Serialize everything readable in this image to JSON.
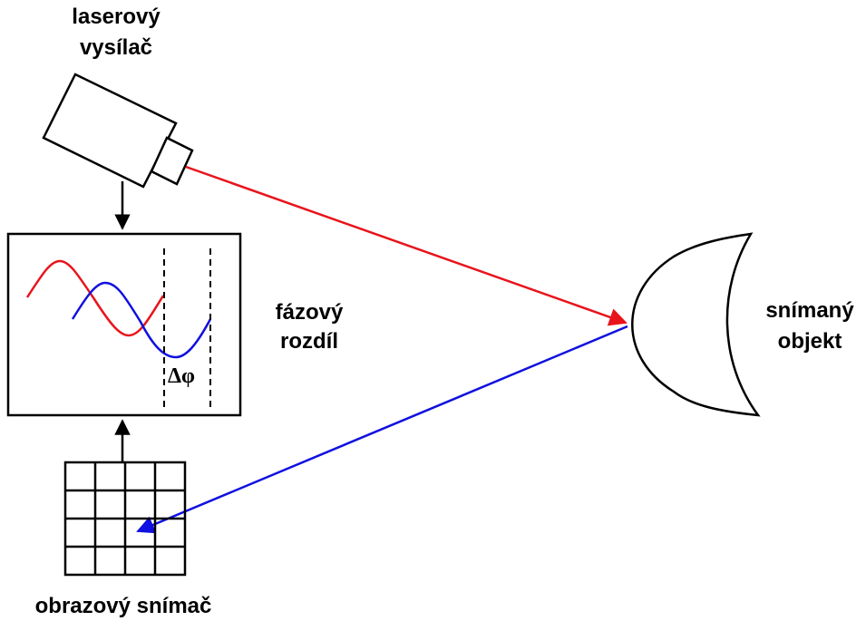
{
  "labels": {
    "laser_line1": "laserový",
    "laser_line2": "vysílač",
    "phase_line1": "fázový",
    "phase_line2": "rozdíl",
    "object_line1": "snímaný",
    "object_line2": "objekt",
    "sensor": "obrazový snímač",
    "delta_phi": "Δφ"
  },
  "colors": {
    "emitted_beam": "#e8141b",
    "reflected_beam": "#1010e0",
    "outline": "#000000"
  }
}
